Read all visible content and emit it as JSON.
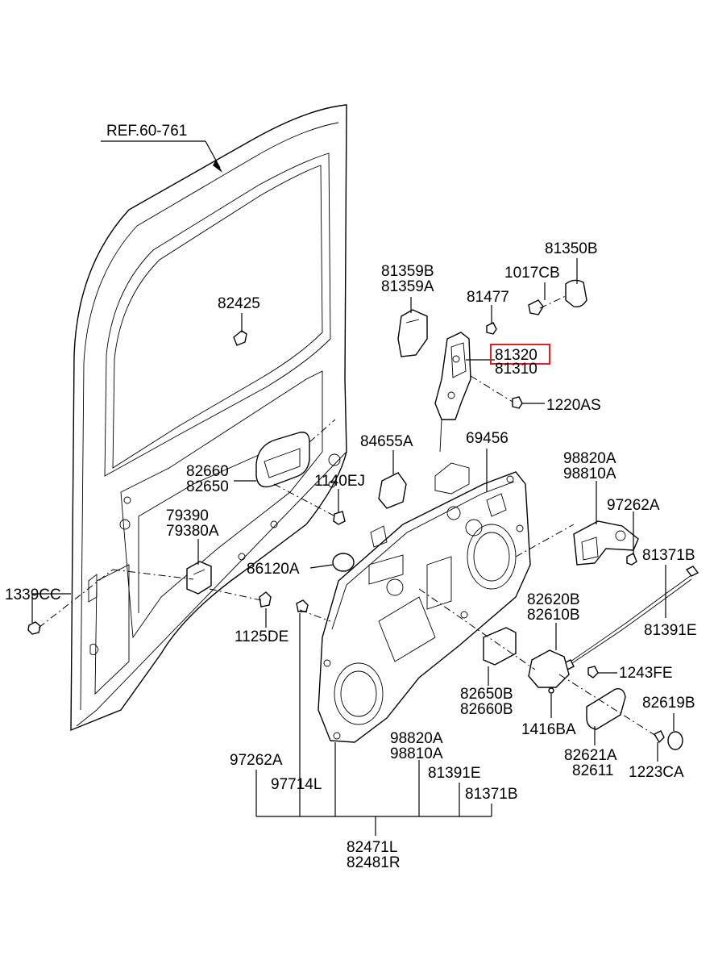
{
  "diagram": {
    "ref_label": "REF.60-761",
    "highlight_color": "#e02020",
    "labels": {
      "p81350b": "81350B",
      "p1017cb": "1017CB",
      "p81359b": "81359B",
      "p81359a": "81359A",
      "p81477": "81477",
      "p81320": "81320",
      "p81310": "81310",
      "p82425": "82425",
      "p1220as": "1220AS",
      "p84655a": "84655A",
      "p69456": "69456",
      "p98820a_top": "98820A",
      "p98810a_top": "98810A",
      "p82660": "82660",
      "p82650": "82650",
      "p1140ej": "1140EJ",
      "p97262a_right": "97262A",
      "p79390": "79390",
      "p79380a": "79380A",
      "p81371b_right": "81371B",
      "p86120a": "86120A",
      "p1339cc": "1339CC",
      "p82620b": "82620B",
      "p82610b": "82610B",
      "p81391e_right": "81391E",
      "p1125de": "1125DE",
      "p1243fe": "1243FE",
      "p82650b": "82650B",
      "p82660b": "82660B",
      "p82619b": "82619B",
      "p1416ba": "1416BA",
      "p98820a_bottom": "98820A",
      "p98810a_bottom": "98810A",
      "p82621a": "82621A",
      "p82611": "82611",
      "p1223ca": "1223CA",
      "p97262a_left": "97262A",
      "p97714l": "97714L",
      "p81391e_bottom": "81391E",
      "p81371b_bottom": "81371B",
      "p82471l": "82471L",
      "p82481r": "82481R"
    }
  }
}
